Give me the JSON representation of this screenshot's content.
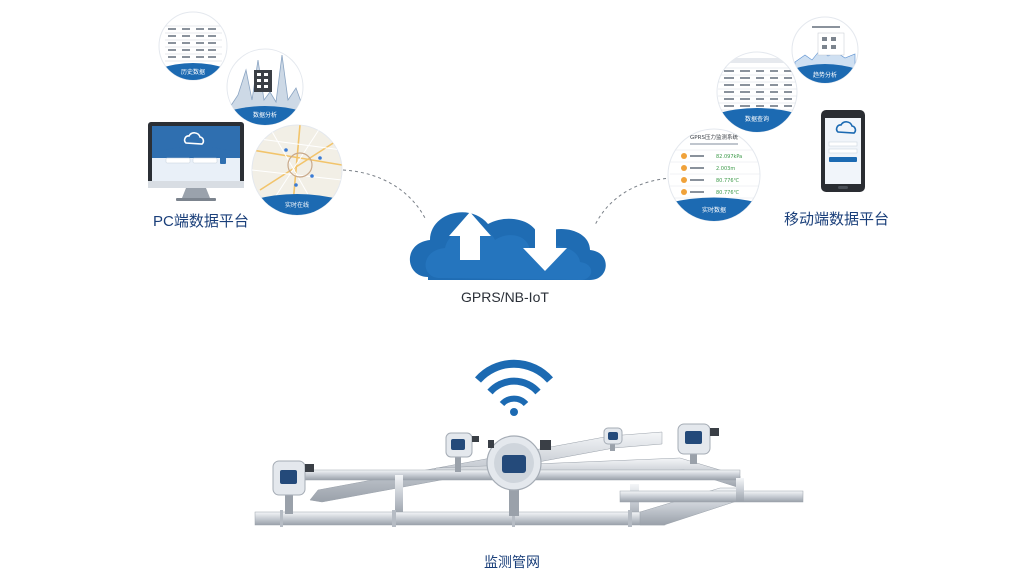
{
  "labels": {
    "pc_platform": "PC端数据平台",
    "mobile_platform": "移动端数据平台",
    "network": "GPRS/NB-IoT",
    "pipe_network": "监测管网"
  },
  "bubbles": {
    "history": "历史数据",
    "analysis_left": "数据分析",
    "realtime_online": "实时在线",
    "analysis_right": "趋势分析",
    "query": "数据查询",
    "realtime_data": "实时数据"
  },
  "mobile_panel": {
    "title": "GPRS压力监测系统",
    "rows": [
      "82.097kPa",
      "2.003m",
      "80.776℃",
      "80.776℃"
    ]
  },
  "colors": {
    "brand_blue": "#1c6ab2",
    "label_text": "#1a3f7a",
    "pipe": "#c9cfd6"
  }
}
